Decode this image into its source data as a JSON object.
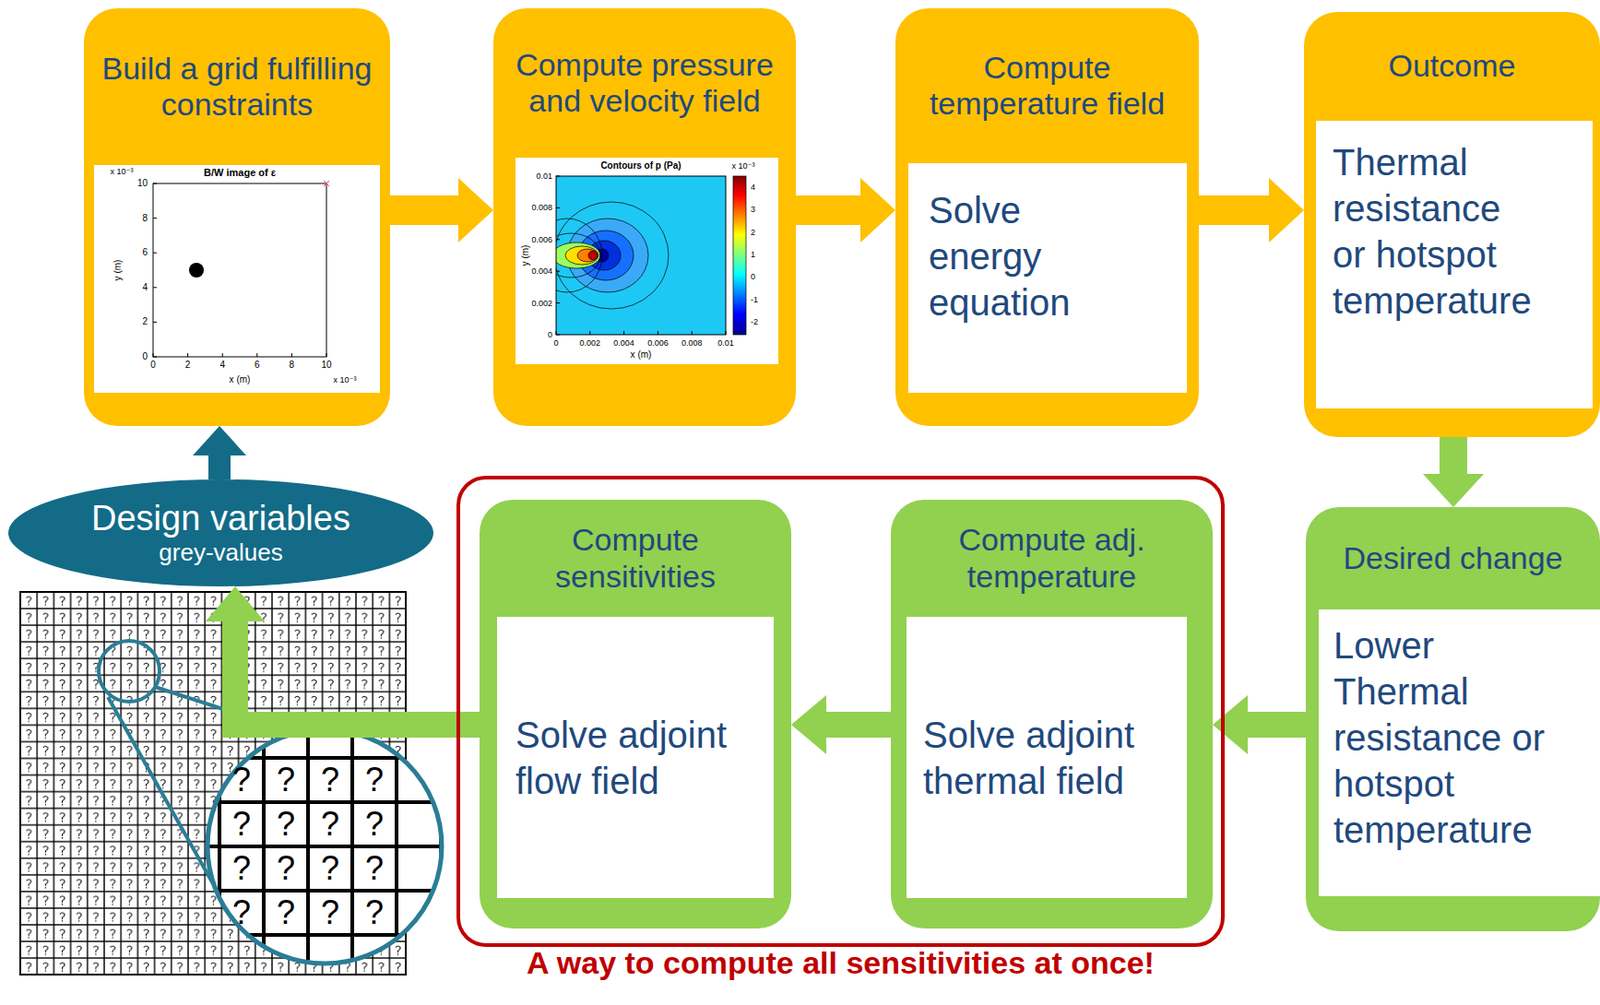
{
  "diagram": {
    "nodes": [
      {
        "text": [
          "Build a grid fulfilling constraints"
        ]
      },
      {
        "text": [
          "Compute pressure and velocity field"
        ]
      },
      {
        "text": [
          "Compute temperature field",
          "Solve energy equation"
        ]
      },
      {
        "text": [
          "Outcome",
          "Thermal resistance or hotspot temperature"
        ]
      },
      {
        "text": [
          "Desired change",
          "Lower Thermal resistance or hotspot temperature"
        ]
      },
      {
        "text": [
          "A way to compute all sensitivities at once!"
        ]
      },
      {
        "text": [
          "Compute adj. temperature",
          "Solve adjoint thermal field"
        ],
        "in": 5
      },
      {
        "text": [
          "Compute sensitivities",
          "Solve adjoint flow field"
        ],
        "in": 5
      },
      {
        "text": [
          "Design variables",
          "grey-values"
        ]
      }
    ],
    "edges": [
      {
        "from": 0,
        "to": 1,
        "arrow": "to"
      },
      {
        "from": 1,
        "to": 2,
        "arrow": "to"
      },
      {
        "from": 2,
        "to": 3,
        "arrow": "to"
      },
      {
        "from": 3,
        "to": 4,
        "arrow": "to"
      },
      {
        "from": 4,
        "to": 6,
        "arrow": "to"
      },
      {
        "from": 6,
        "to": 7,
        "arrow": "to"
      },
      {
        "from": 7,
        "to": 8,
        "arrow": "to"
      },
      {
        "from": 8,
        "to": 0,
        "arrow": "to"
      }
    ],
    "labels": [
      "B/W image of ε",
      "x 10⁻³",
      "10",
      "8",
      "6",
      "4",
      "2",
      "0",
      "0",
      "2",
      "4",
      "6",
      "8",
      "10",
      "x (m)",
      "x 10⁻³",
      "y (m)",
      "Contours of p (Pa)",
      "x 10⁻³",
      "0.01",
      "0.008",
      "0.006",
      "0.004",
      "0.002",
      "0",
      "0",
      "0.002",
      "0.004",
      "0.006",
      "0.008",
      "0.01",
      "x (m)",
      "y (m)",
      "4",
      "3",
      "2",
      "1",
      "0",
      "-1",
      "-2",
      "?",
      "?",
      "?",
      "?",
      "?",
      "?",
      "?",
      "?",
      "?",
      "?",
      "?",
      "?",
      "?",
      "?",
      "?",
      "?"
    ]
  }
}
